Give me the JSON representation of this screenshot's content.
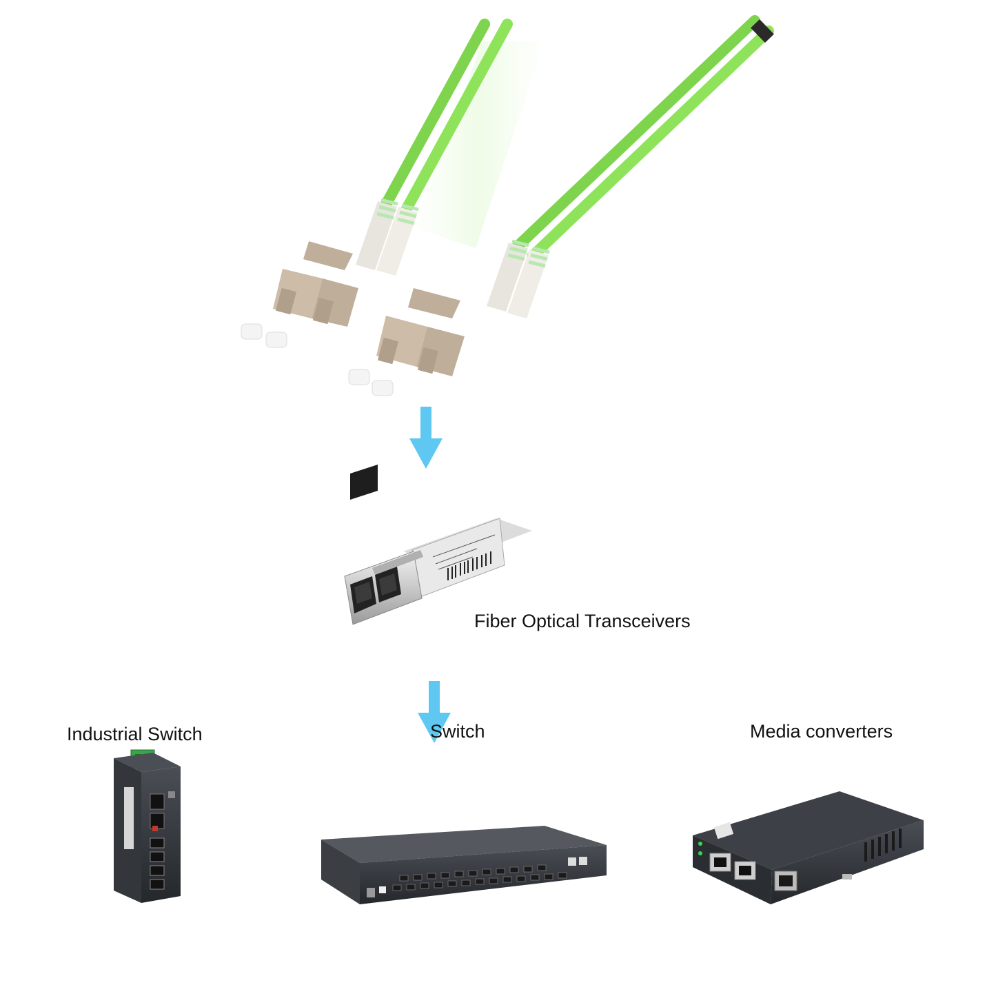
{
  "colors": {
    "cable": "#8fe35a",
    "cable_dark": "#6fc93d",
    "connector": "#c9b8a5",
    "boot": "#e6e2da",
    "arrow": "#5ec8f2",
    "device": "#2c2f33",
    "metal": "#c8c8c8"
  },
  "labels": {
    "transceiver": "Fiber Optical Transceivers",
    "industrial_switch": "Industrial Switch",
    "switch": "Switch",
    "media_converters": "Media converters"
  },
  "icons": {
    "patch_cable": "fiber-patch-cable-icon",
    "transceiver": "sfp-transceiver-icon",
    "industrial_switch": "industrial-switch-icon",
    "rack_switch": "rack-switch-icon",
    "media_converter": "media-converter-icon",
    "arrow": "arrow-down-icon"
  }
}
